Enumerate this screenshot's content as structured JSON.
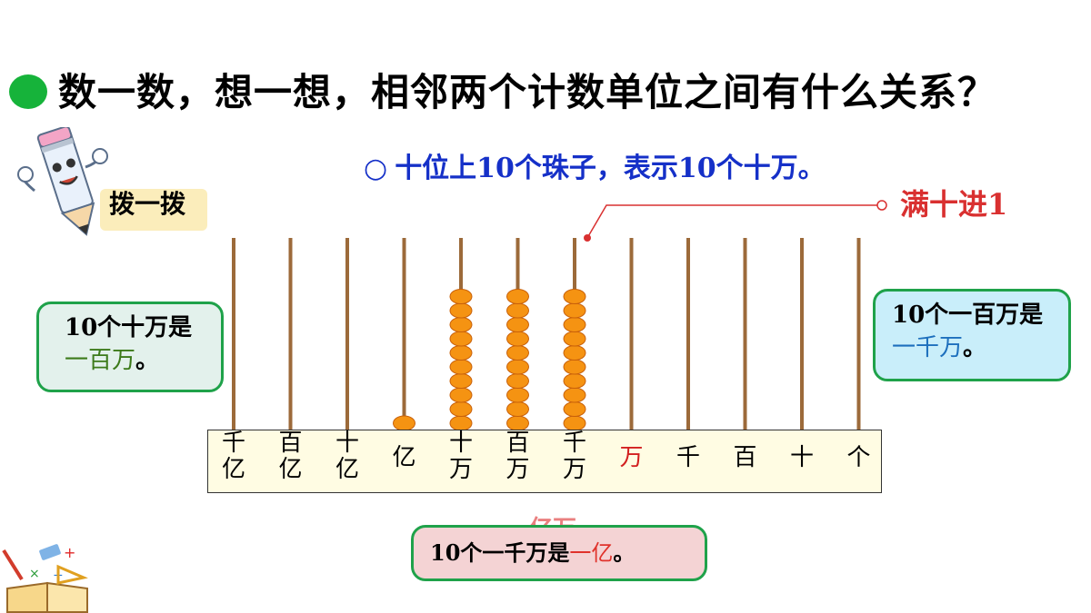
{
  "title": "数一数，想一想，相邻两个计数单位之间有什么关系？",
  "note": "十位上10个珠子，表示10个十万。",
  "note_ring": "○",
  "carry_label": "满十进1",
  "tool_label": "拨一拨",
  "bubbles": {
    "left": {
      "text": "10个十万是",
      "highlight": "一百万",
      "end": "。"
    },
    "right": {
      "text": "10个一百万是",
      "highlight": "一千万",
      "end": "。"
    },
    "bottom": {
      "text": "10个一千万是",
      "highlight": "一亿",
      "end": "。"
    }
  },
  "ghost_text": "一亿万",
  "abacus": {
    "place_labels": [
      {
        "top": "千",
        "bottom": "亿",
        "beads": 0
      },
      {
        "top": "百",
        "bottom": "亿",
        "beads": 0
      },
      {
        "top": "十",
        "bottom": "亿",
        "beads": 0
      },
      {
        "top": "亿",
        "bottom": "",
        "beads": 1
      },
      {
        "top": "十",
        "bottom": "万",
        "beads": 10
      },
      {
        "top": "百",
        "bottom": "万",
        "beads": 10
      },
      {
        "top": "千",
        "bottom": "万",
        "beads": 10
      },
      {
        "top": "万",
        "bottom": "",
        "beads": 0,
        "red": true
      },
      {
        "top": "千",
        "bottom": "",
        "beads": 0
      },
      {
        "top": "百",
        "bottom": "",
        "beads": 0
      },
      {
        "top": "十",
        "bottom": "",
        "beads": 0
      },
      {
        "top": "个",
        "bottom": "",
        "beads": 0
      }
    ],
    "colors": {
      "rod": "#9c6a3a",
      "bead": "#f59312",
      "bead_edge": "#c8600a"
    }
  }
}
